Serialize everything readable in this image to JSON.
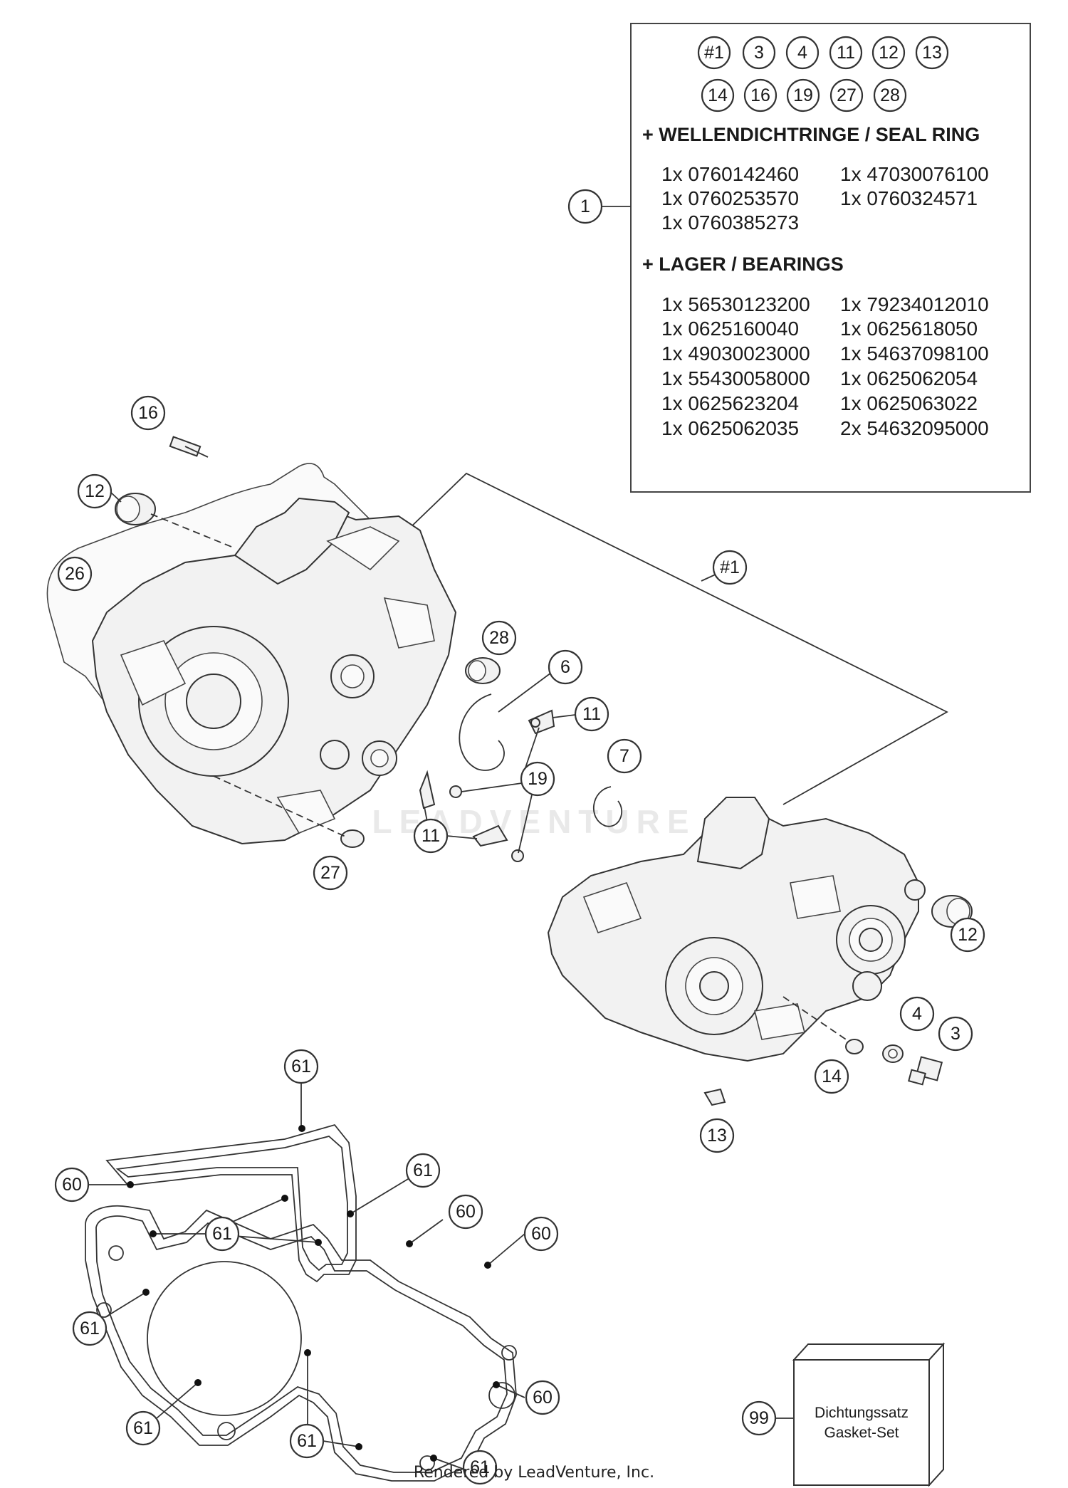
{
  "info_box": {
    "header_callouts_row1": [
      "#1",
      "3",
      "4",
      "11",
      "12",
      "13"
    ],
    "header_callouts_row2": [
      "14",
      "16",
      "19",
      "27",
      "28"
    ],
    "callout": "1",
    "seal_heading": "+ WELLENDICHTRINGE / SEAL RING",
    "seal_rows": [
      [
        "1x 0760142460",
        "1x 47030076100"
      ],
      [
        "1x 0760253570",
        "1x 0760324571"
      ],
      [
        "1x 0760385273",
        ""
      ]
    ],
    "bearing_heading": "+ LAGER / BEARINGS",
    "bearing_rows": [
      [
        "1x 56530123200",
        "1x 79234012010"
      ],
      [
        "1x 0625160040",
        "1x 0625618050"
      ],
      [
        "1x 49030023000",
        "1x 54637098100"
      ],
      [
        "1x 55430058000",
        "1x 0625062054"
      ],
      [
        "1x 0625623204",
        "1x 0625063022"
      ],
      [
        "1x 0625062035",
        "2x 54632095000"
      ]
    ]
  },
  "callouts": {
    "c16": "16",
    "c12_left": "12",
    "c26": "26",
    "c1_assembly": "#1",
    "c28": "28",
    "c6": "6",
    "c11_top": "11",
    "c7": "7",
    "c19": "19",
    "c11_bottom": "11",
    "c27": "27",
    "c12_right": "12",
    "c4": "4",
    "c3": "3",
    "c14": "14",
    "c13": "13"
  },
  "gasket_callouts": {
    "top": "61",
    "left_60": "60",
    "right_61": "61",
    "mid_61": "61",
    "right_60a": "60",
    "right_60b": "60",
    "left_61": "61",
    "right_60c": "60",
    "lower_left_61": "61",
    "bottom_mid_61": "61",
    "bottom_right_61": "61"
  },
  "gasket_set": {
    "callout": "99",
    "label_line1": "Dichtungssatz",
    "label_line2": "Gasket-Set"
  },
  "watermark": "LEADVENTURE",
  "footer": "Rendered by LeadVenture, Inc."
}
